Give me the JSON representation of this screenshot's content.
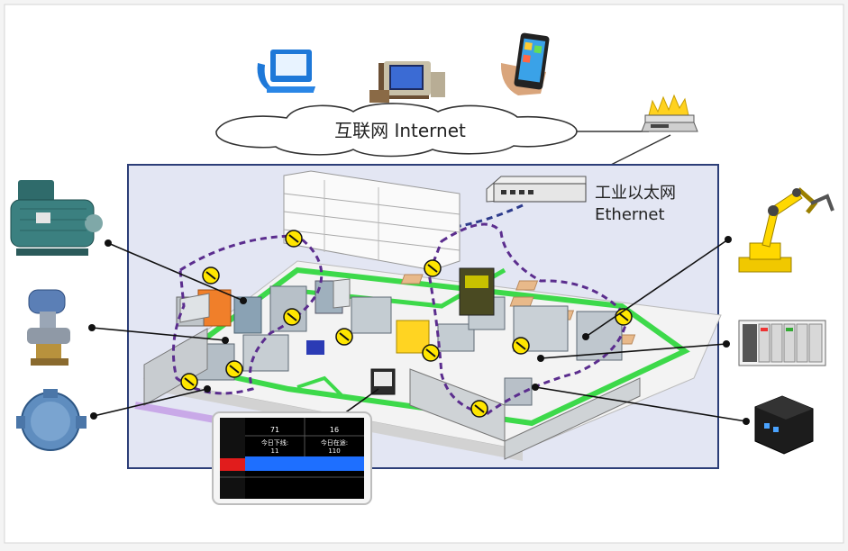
{
  "network": {
    "internet_label": "互联网 Internet",
    "ethernet_zh": "工业以太网",
    "ethernet_en": "Ethernet"
  },
  "screen": {
    "row1": {
      "c1": "71",
      "c2": "16"
    },
    "row2": {
      "c1a": "今日下线:",
      "c1b": "11",
      "c2a": "今日在途:",
      "c2b": "110"
    }
  },
  "colors": {
    "floor": "#e3e6f3",
    "frame": "#2c3e78",
    "track": "#3dd94a",
    "wireless_loop": "#5b2d8e",
    "marker": "#ffe600",
    "screen_bg": "#000000",
    "screen_accent": "#1e6fff",
    "screen_alarm": "#e11c1c",
    "cloud_fill": "#ffffff"
  },
  "icons": [
    "desktop-pc-icon",
    "crt-computer-icon",
    "smartphone-icon",
    "firewall-router-icon",
    "ethernet-switch-icon",
    "electric-motor-icon",
    "pressure-transmitter-icon",
    "explosion-proof-sensor-icon",
    "robot-arm-icon",
    "plc-rack-icon",
    "industrial-gateway-icon",
    "touch-panel-hmi-icon"
  ]
}
